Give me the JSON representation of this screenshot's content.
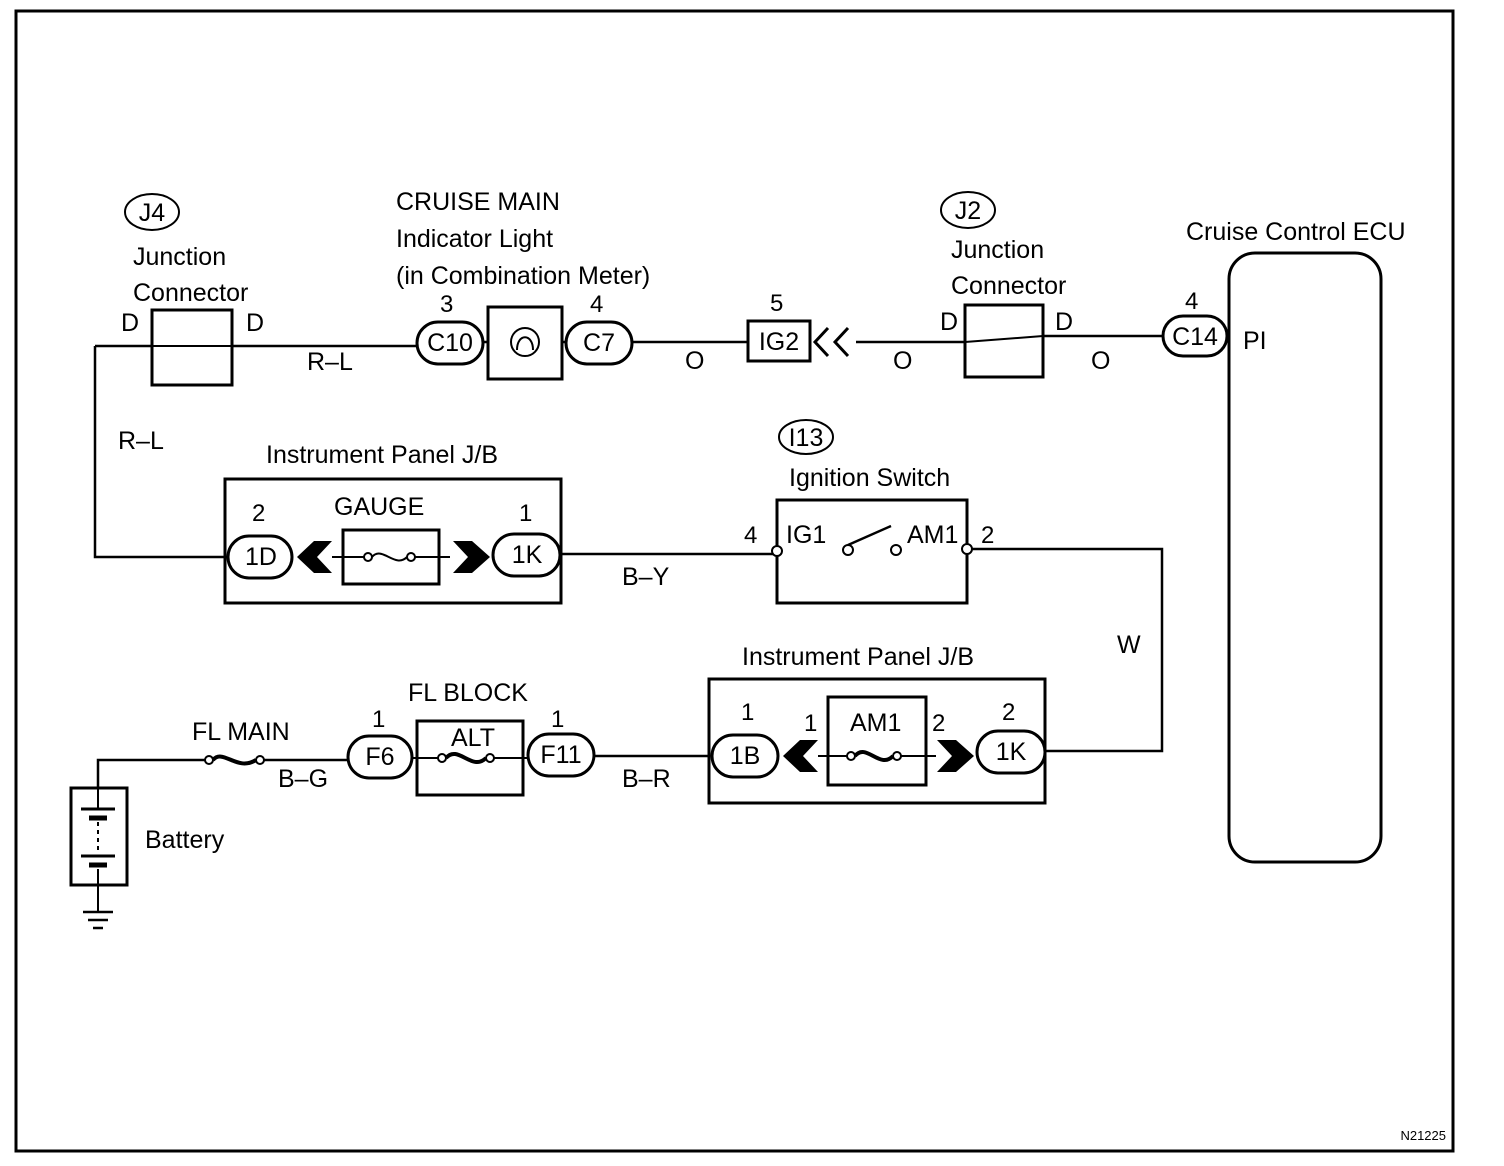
{
  "components": {
    "j4": {
      "code": "J4",
      "name_line1": "Junction",
      "name_line2": "Connector",
      "pin_left": "D",
      "pin_right": "D"
    },
    "cruise_main": {
      "line1": "CRUISE MAIN",
      "line2": "Indicator Light",
      "line3": "(in Combination Meter)",
      "pin_left": "3",
      "conn_left": "C10",
      "pin_right": "4",
      "conn_right": "C7"
    },
    "ig2": {
      "pin": "5",
      "label": "IG2"
    },
    "j2": {
      "code": "J2",
      "name_line1": "Junction",
      "name_line2": "Connector",
      "pin_left": "D",
      "pin_right": "D"
    },
    "ecu": {
      "name": "Cruise Control ECU",
      "pin": "4",
      "conn": "C14",
      "terminal": "PI"
    },
    "ipjb_upper": {
      "name": "Instrument Panel J/B",
      "fuse": "GAUGE",
      "pin_left": "2",
      "conn_left": "1D",
      "pin_right": "1",
      "conn_right": "1K"
    },
    "ignition": {
      "code": "I13",
      "name": "Ignition Switch",
      "pin_left": "4",
      "term_left": "IG1",
      "term_right": "AM1",
      "pin_right": "2"
    },
    "ipjb_lower": {
      "name": "Instrument Panel J/B",
      "fuse": "AM1",
      "pin_left_outer": "1",
      "conn_left": "1B",
      "pin_left_inner": "1",
      "pin_right_inner": "2",
      "pin_right_outer": "2",
      "conn_right": "1K"
    },
    "fl_block": {
      "name": "FL BLOCK",
      "fuse": "ALT",
      "pin_left": "1",
      "conn_left": "F6",
      "pin_right": "1",
      "conn_right": "F11"
    },
    "fl_main": {
      "name": "FL MAIN"
    },
    "battery": {
      "name": "Battery"
    }
  },
  "wires": {
    "rl_top": "R–L",
    "rl_side": "R–L",
    "o_1": "O",
    "o_2": "O",
    "o_3": "O",
    "by": "B–Y",
    "w": "W",
    "bg": "B–G",
    "br": "B–R"
  },
  "figure_id": "N21225"
}
